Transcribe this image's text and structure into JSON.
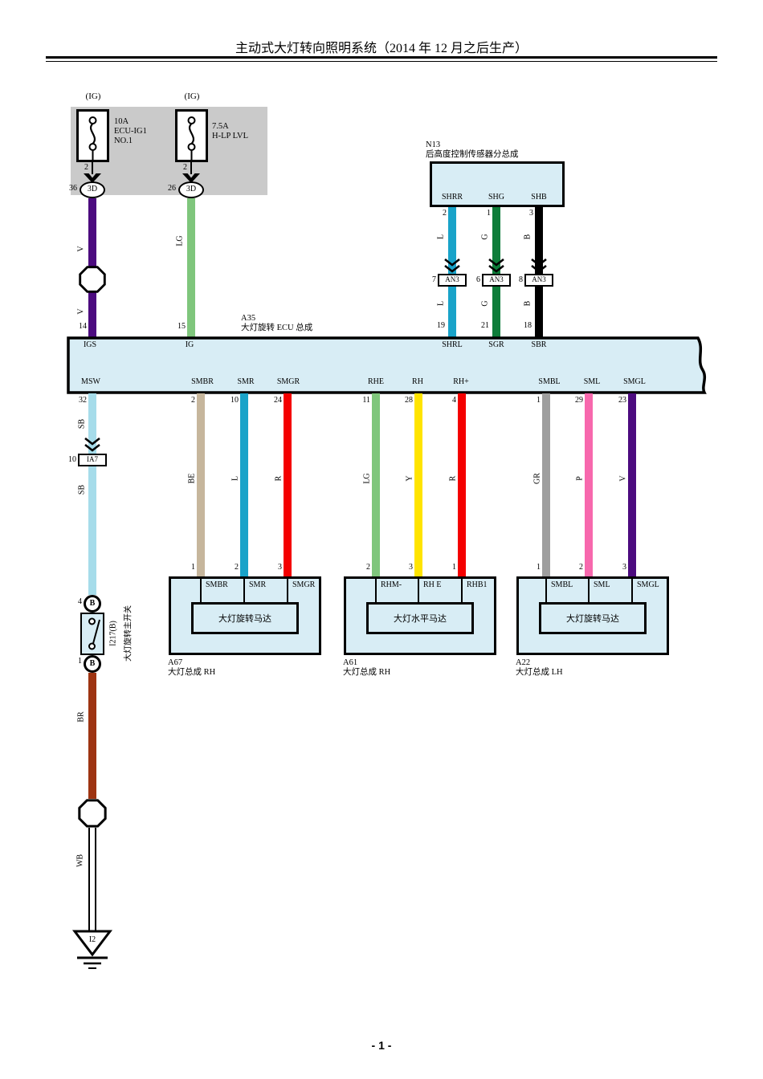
{
  "title": "主动式大灯转向照明系统（2014 年 12 月之后生产）",
  "page_number": "- 1 -",
  "colors": {
    "V": "#4c0b7f",
    "LG": "#7fc67c",
    "SB": "#a6dcea",
    "L": "#19a3c9",
    "G": "#0e7d3a",
    "B": "#000000",
    "BE": "#c6b69c",
    "R": "#f40000",
    "Y": "#ffe400",
    "GR": "#9e9e9e",
    "P": "#f768ad",
    "BR": "#9e3412",
    "WB": "#ffffff",
    "box_fill": "#d8edf5",
    "gray_fill": "#cacaca"
  },
  "fuses": [
    {
      "ig_label": "(IG)",
      "rating": "10A",
      "name_line1": "ECU-IG1",
      "name_line2": "NO.1",
      "pin_no": "2",
      "ecu_pin": "36",
      "connector": "3D"
    },
    {
      "ig_label": "(IG)",
      "rating": "7.5A",
      "name_line1": "H-LP LVL",
      "name_line2": "",
      "pin_no": "2",
      "ecu_pin": "26",
      "connector": "3D"
    }
  ],
  "wires": {
    "v_upper": "V",
    "v_lower": "V",
    "lg": "LG",
    "n13_upper": [
      "L",
      "G",
      "B"
    ],
    "n13_lower": [
      "L",
      "G",
      "B"
    ],
    "sb_upper": "SB",
    "sb_lower": "SB",
    "motor": [
      "BE",
      "L",
      "R",
      "LG",
      "Y",
      "R",
      "GR",
      "P",
      "V"
    ],
    "br": "BR",
    "wb": "WB"
  },
  "n13": {
    "code": "N13",
    "name": "后高度控制传感器分总成",
    "pin_labels": [
      "SHRR",
      "SHG",
      "SHB"
    ],
    "pin_numbers": [
      "2",
      "1",
      "3"
    ]
  },
  "an3": {
    "label": "AN3",
    "numbers": [
      "7",
      "6",
      "8"
    ]
  },
  "a35": {
    "code": "A35",
    "name": "大灯旋转 ECU 总成",
    "top_pin_numbers": [
      "14",
      "15",
      "19",
      "21",
      "18"
    ],
    "top_pins": [
      "IGS",
      "IG",
      "SHRL",
      "SGR",
      "SBR"
    ],
    "bottom_pins": [
      "MSW",
      "SMBR",
      "SMR",
      "SMGR",
      "RHE",
      "RH",
      "RH+",
      "SMBL",
      "SML",
      "SMGL"
    ],
    "bottom_pin_numbers": [
      "32",
      "2",
      "10",
      "24",
      "11",
      "28",
      "4",
      "1",
      "29",
      "23"
    ]
  },
  "ia7": {
    "no": "10",
    "label": "IA7"
  },
  "switch": {
    "top_pin": "4",
    "top_conn": "B",
    "bottom_pin": "1",
    "bottom_conn": "B",
    "code": "I217(B)",
    "name": "大灯旋转主开关"
  },
  "ground": {
    "label": "I2"
  },
  "motor_boxes": [
    {
      "code": "A67",
      "name": "大灯总成 RH",
      "motor": "大灯旋转马达",
      "pin_numbers": [
        "1",
        "2",
        "3"
      ],
      "pin_labels": [
        "SMBR",
        "SMR",
        "SMGR"
      ]
    },
    {
      "code": "A61",
      "name": "大灯总成 RH",
      "motor": "大灯水平马达",
      "pin_numbers": [
        "2",
        "3",
        "1"
      ],
      "pin_labels": [
        "RHM-",
        "RH E",
        "RHB1"
      ]
    },
    {
      "code": "A22",
      "name": "大灯总成 LH",
      "motor": "大灯旋转马达",
      "pin_numbers": [
        "1",
        "2",
        "3"
      ],
      "pin_labels": [
        "SMBL",
        "SML",
        "SMGL"
      ]
    }
  ]
}
